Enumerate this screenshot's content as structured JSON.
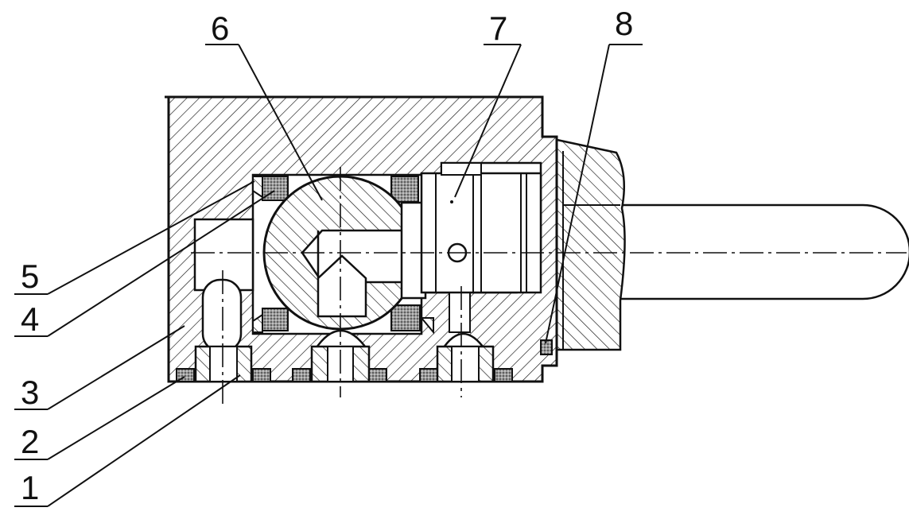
{
  "labels": [
    "1",
    "2",
    "3",
    "4",
    "5",
    "6",
    "7",
    "8"
  ],
  "colors": {
    "ink": "#111111",
    "seal": "#a8a8a8",
    "paper": "#ffffff"
  }
}
